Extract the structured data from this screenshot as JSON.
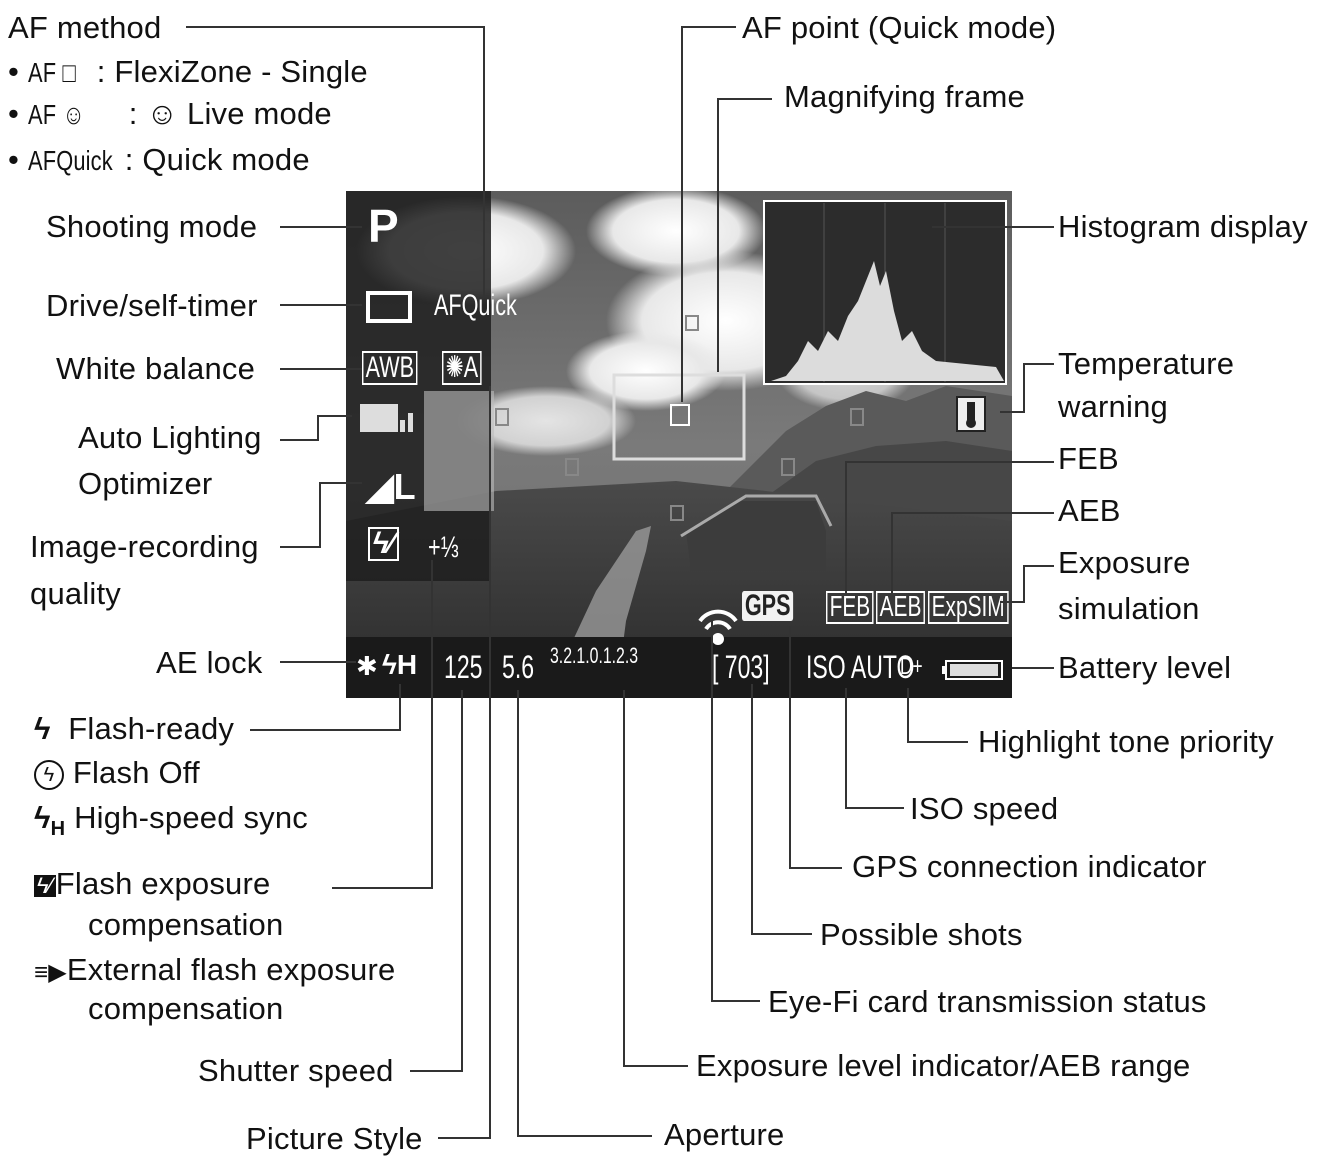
{
  "af_method": {
    "title": "AF method",
    "items": [
      {
        "icon": "AF □",
        "sep": ":",
        "label": "FlexiZone - Single"
      },
      {
        "icon": "AF ☺",
        "sep": ":",
        "label": "☺ Live mode"
      },
      {
        "icon": "AFQuick",
        "sep": ":",
        "label": "Quick mode"
      }
    ]
  },
  "left_callouts": {
    "shooting_mode": "Shooting mode",
    "drive": "Drive/self-timer",
    "white_balance": "White balance",
    "alo_line1": "Auto Lighting",
    "alo_line2": "Optimizer",
    "quality_line1": "Image-recording",
    "quality_line2": "quality",
    "ae_lock": "AE lock"
  },
  "flash_legend": {
    "flash_ready": "Flash-ready",
    "flash_off": "Flash Off",
    "high_speed": "High-speed sync",
    "fec_line1": "Flash exposure",
    "fec_line2": "compensation",
    "ext_line1": "External flash exposure",
    "ext_line2": "compensation"
  },
  "bottom_left_callouts": {
    "shutter_speed": "Shutter speed",
    "picture_style": "Picture Style",
    "aperture": "Aperture"
  },
  "top_callouts": {
    "af_point": "AF point (Quick mode)",
    "magnifying": "Magnifying frame"
  },
  "right_callouts": {
    "histogram": "Histogram display",
    "temp_line1": "Temperature",
    "temp_line2": "warning",
    "feb": "FEB",
    "aeb": "AEB",
    "exp_line1": "Exposure",
    "exp_line2": "simulation",
    "battery": "Battery level",
    "highlight": "Highlight tone priority",
    "iso": "ISO speed",
    "gps": "GPS connection indicator",
    "shots": "Possible shots",
    "eyefi": "Eye-Fi card transmission status",
    "exposure_level": "Exposure level indicator/AEB range"
  },
  "screen": {
    "mode": "P",
    "af_quick": "AFQuick",
    "awb": "AWB",
    "style": "A",
    "quality": "◢L",
    "fec_value": "+⅓",
    "gps": "GPS",
    "feb": "FEB",
    "aeb": "AEB",
    "expsim": "ExpSIM",
    "ae_lock": "✱",
    "flash": "ϟH",
    "shutter": "125",
    "aperture": "5.6",
    "scale": "3.2.1.0.1.2.3",
    "shots": "[ 703]",
    "iso": "ISO AUTO",
    "hl": "D+"
  },
  "colors": {
    "line": "#333333",
    "text": "#111111",
    "overlay_text": "#ffffff",
    "status_bar": "#1a1a1a"
  }
}
